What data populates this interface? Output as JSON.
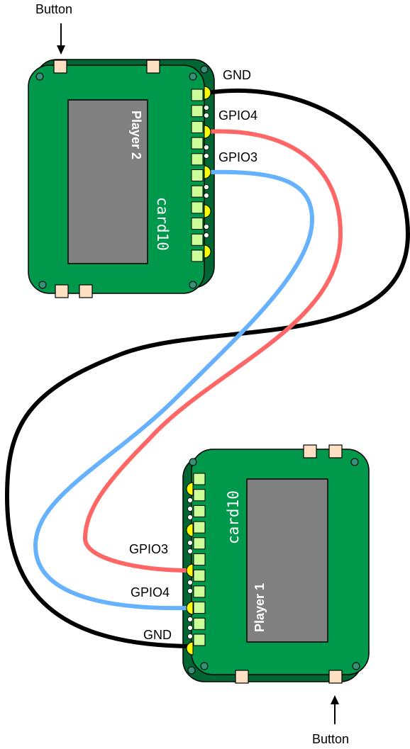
{
  "labels": {
    "button_top": "Button",
    "button_bottom": "Button",
    "p2_gnd": "GND",
    "p2_gpio4": "GPIO4",
    "p2_gpio3": "GPIO3",
    "p1_gpio3": "GPIO3",
    "p1_gpio4": "GPIO4",
    "p1_gnd": "GND"
  },
  "boards": {
    "player2": {
      "title": "Player 2",
      "brand": "card10"
    },
    "player1": {
      "title": "Player 1",
      "brand": "card10"
    }
  },
  "colors": {
    "board": "#00994c",
    "board_dark": "#006633",
    "screen": "#808080",
    "pad": "#ccff99",
    "header_dot": "#ffff00",
    "button_pad": "#ffe0c2",
    "wire_gnd": "#000000",
    "wire_gpio4": "#ff6666",
    "wire_gpio3": "#66b2ff"
  }
}
